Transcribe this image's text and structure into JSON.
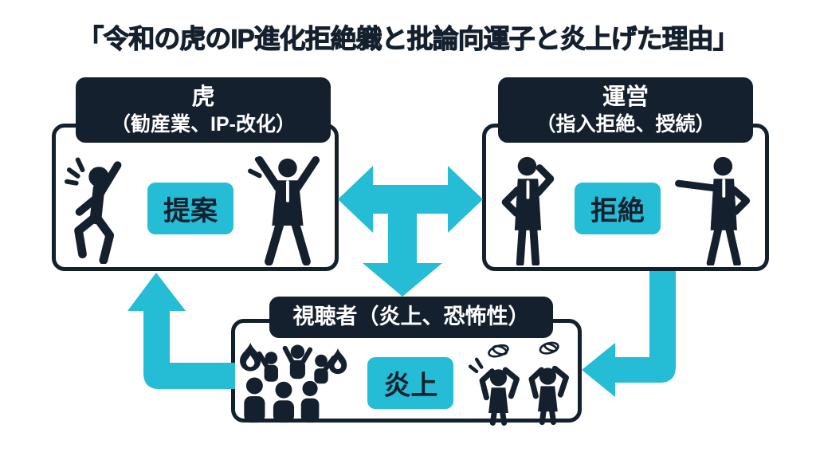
{
  "title": "「令和の虎のIP進化拒絶軄と批論向運子と炎上げた理由」",
  "colors": {
    "navy": "#15202e",
    "cyan": "#25bcd6",
    "background": "#ffffff"
  },
  "boxes": {
    "tora": {
      "header_line1": "虎",
      "header_line2": "（勧産業、IP-改化）",
      "badge": "提案"
    },
    "unei": {
      "header_line1": "運営",
      "header_line2": "（指入拒絶、授続）",
      "badge": "拒絶"
    },
    "shichosha": {
      "header": "視聴者（炎上、恐怖性）",
      "badge": "炎上"
    }
  },
  "icons": {
    "excited-person-icon": "dancing excited pictogram person with emphasis marks",
    "cheering-businessman-icon": "suited man with both arms raised in V",
    "phone-businessman-icon": "suited man with hand to ear and hand on hip",
    "pointing-businessman-icon": "suited man pointing left with hand on hip",
    "angry-crowd-icon": "crowd silhouettes with raised arms and flames",
    "distressed-people-icon": "two people clutching heads under scribbles",
    "t-junction-arrow-icon": "cyan double-headed horizontal arrow with downward branch",
    "feedback-up-arrow-icon": "cyan L-shaped arrow pointing up into left box",
    "down-left-arrow-icon": "cyan L-shaped arrow pointing left into bottom box",
    "flame-icon": "flame silhouette",
    "scribble-icon": "angry scribble swirl"
  }
}
